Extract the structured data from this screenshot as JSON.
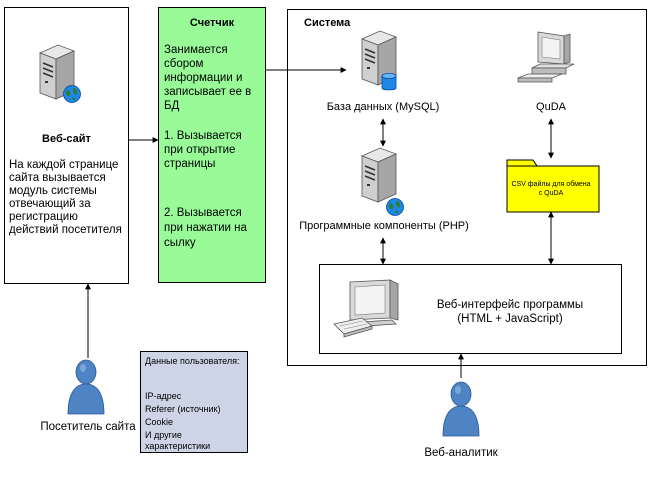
{
  "website": {
    "title": "Веб-сайт",
    "description": "На каждой странице сайта вызывается модуль системы отвечающий за регистрацию действий посетителя"
  },
  "counter": {
    "title": "Счетчик",
    "desc": "Занимается сбором информации и записывает ее в БД",
    "item1": "1. Вызывается при открытие страницы",
    "item2": "2. Вызывается при нажатии на сылку"
  },
  "system": {
    "title": "Система",
    "database": "База данных (MySQL)",
    "quda": "QuDA",
    "csv": "CSV файлы для обмена с QuDA",
    "components": "Программные компоненты (PHP)",
    "web_ui": "Веб-интерфейс программы (HTML + JavaScript)"
  },
  "visitor": {
    "label": "Посетитель сайта"
  },
  "user_data": {
    "title": "Данные пользователя:",
    "items": [
      "IP-адрес",
      "Referer (источник)",
      "Cookie",
      "И другие характеристики"
    ]
  },
  "analyst": {
    "label": "Веб-аналитик"
  },
  "colors": {
    "counter_fill": "#98FB98",
    "csv_fill": "#FFFF00",
    "user_data_fill": "#CCD4E6",
    "person_fill": "#4F84C4",
    "globe": "#2E7D32"
  },
  "icons": [
    "server-icon",
    "database-icon",
    "globe-icon",
    "computer-icon",
    "folder-icon",
    "person-icon"
  ]
}
